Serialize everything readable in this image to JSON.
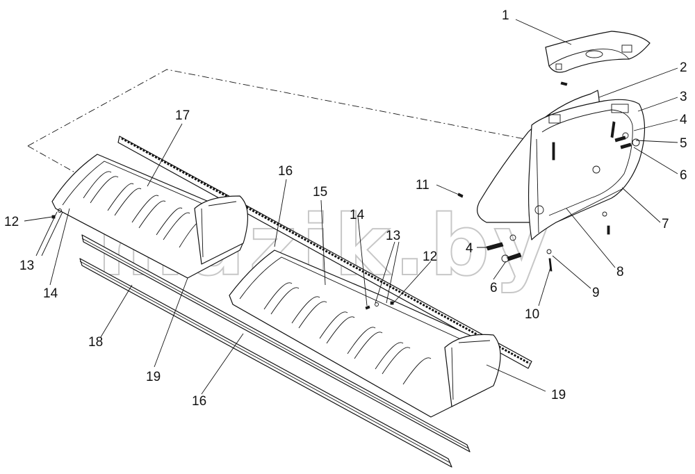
{
  "watermark": "mazik.by",
  "callouts": [
    {
      "id": "c1",
      "text": "1"
    },
    {
      "id": "c2",
      "text": "2"
    },
    {
      "id": "c3",
      "text": "3"
    },
    {
      "id": "c4a",
      "text": "4"
    },
    {
      "id": "c5",
      "text": "5"
    },
    {
      "id": "c6a",
      "text": "6"
    },
    {
      "id": "c7",
      "text": "7"
    },
    {
      "id": "c8",
      "text": "8"
    },
    {
      "id": "c9",
      "text": "9"
    },
    {
      "id": "c10",
      "text": "10"
    },
    {
      "id": "c11",
      "text": "11"
    },
    {
      "id": "c4b",
      "text": "4"
    },
    {
      "id": "c6b",
      "text": "6"
    },
    {
      "id": "c12a",
      "text": "12"
    },
    {
      "id": "c13a",
      "text": "13"
    },
    {
      "id": "c14a",
      "text": "14"
    },
    {
      "id": "c17",
      "text": "17"
    },
    {
      "id": "c16a",
      "text": "16"
    },
    {
      "id": "c15",
      "text": "15"
    },
    {
      "id": "c14b",
      "text": "14"
    },
    {
      "id": "c13b",
      "text": "13"
    },
    {
      "id": "c12b",
      "text": "12"
    },
    {
      "id": "c18",
      "text": "18"
    },
    {
      "id": "c19a",
      "text": "19"
    },
    {
      "id": "c16b",
      "text": "16"
    },
    {
      "id": "c19b",
      "text": "19"
    }
  ]
}
